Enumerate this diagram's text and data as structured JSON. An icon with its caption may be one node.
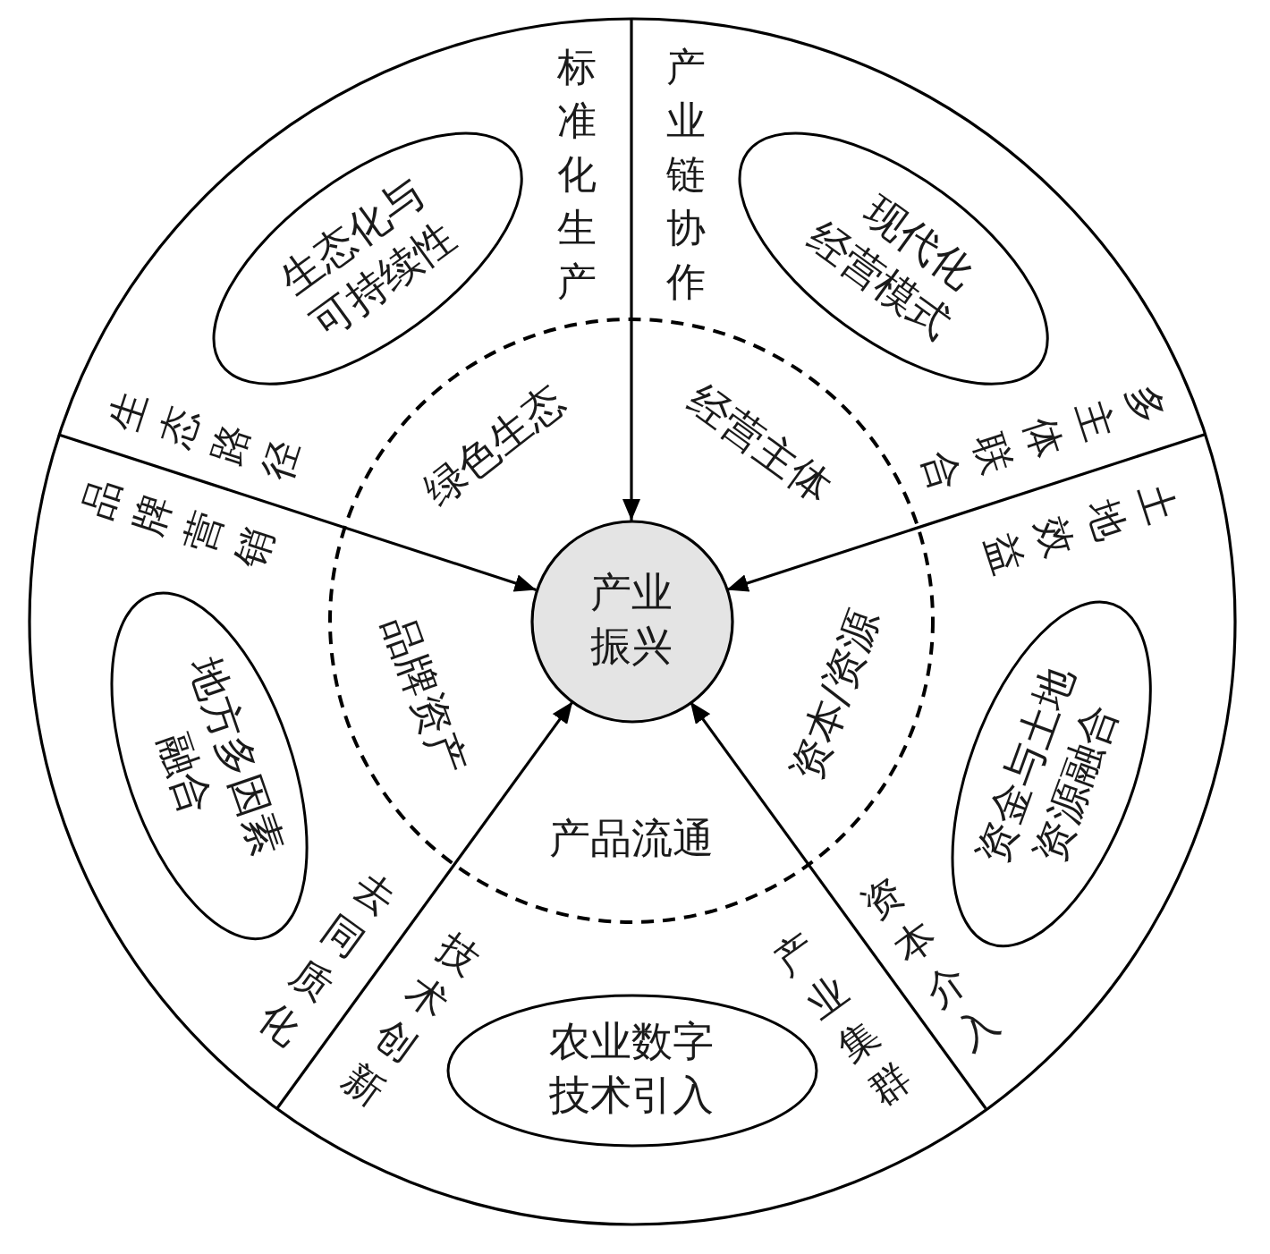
{
  "diagram": {
    "nodes": [
      {
        "text": [
          "标准化生产",
          "产业链协作",
          "生态路径",
          "多主体联合",
          "品牌营销",
          "土地效益",
          "去同质化",
          "技术创新",
          "产业集群",
          "资本介入"
        ]
      },
      {
        "text": [
          "生态化与可持续性"
        ],
        "in": 0
      },
      {
        "text": [
          "现代化经营模式"
        ],
        "in": 0
      },
      {
        "text": [
          "绿色生态",
          "经营主体",
          "品牌资产",
          "资本/资源",
          "产品流通"
        ],
        "in": 0
      },
      {
        "text": [
          "产业振兴"
        ],
        "in": 3
      },
      {
        "text": [
          "地方多因素融合"
        ],
        "in": 0
      },
      {
        "text": [
          "资金与土地资源融合"
        ],
        "in": 0
      },
      {
        "text": [
          "农业数字技术引入"
        ],
        "in": 0
      }
    ],
    "edges": [
      {
        "from": null,
        "to": 4,
        "arrow": "to"
      },
      {
        "from": null,
        "to": 4,
        "arrow": "to"
      },
      {
        "from": null,
        "to": 4,
        "arrow": "to"
      },
      {
        "from": null,
        "to": 4,
        "arrow": "to"
      },
      {
        "from": null,
        "to": 4,
        "arrow": "to"
      }
    ]
  }
}
